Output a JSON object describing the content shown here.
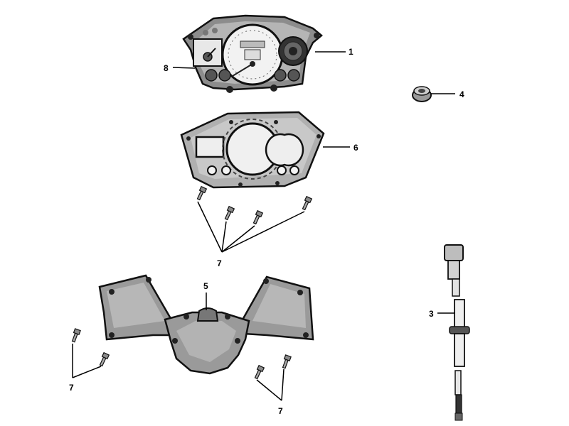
{
  "diagram": {
    "callouts": {
      "c1": "1",
      "c2": "8",
      "c3": "4",
      "c4": "6",
      "c5": "7",
      "c6": "5",
      "c7": "3",
      "c8": "7",
      "c9": "7"
    },
    "colors": {
      "outline": "#111111",
      "body_fill": "#9a9a9a",
      "light_fill": "#e6e6e6",
      "dark_fill": "#3a3a3a"
    }
  }
}
